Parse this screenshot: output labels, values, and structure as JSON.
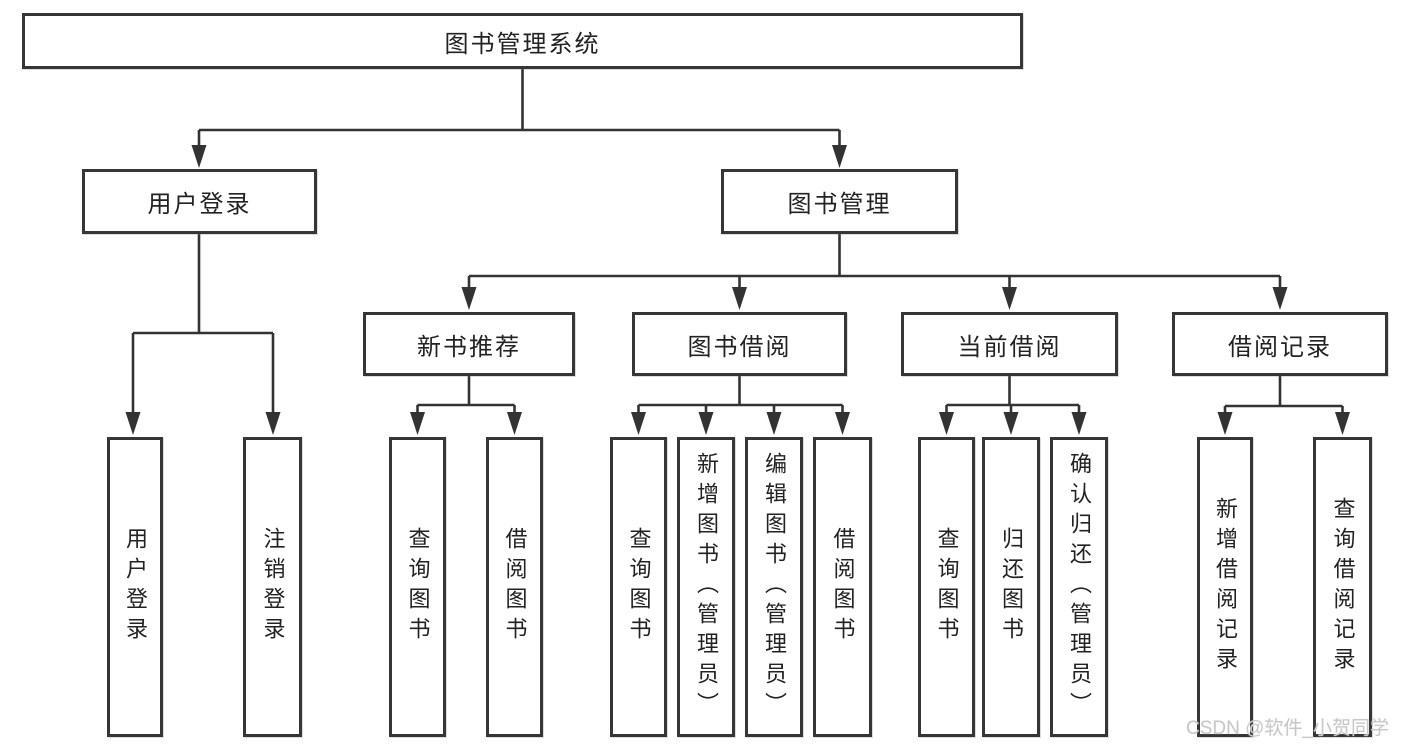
{
  "page": {
    "background": "#ffffff"
  },
  "colors": {
    "line": "#333333",
    "box_border": "#363636",
    "text": "#222222",
    "watermark_text": "#c8c8c8"
  },
  "watermark": {
    "text": "CSDN @软件_小贺同学"
  },
  "nodes": [
    {
      "id": "library-system",
      "label": "图书管理系统",
      "level": 1,
      "parent": null
    },
    {
      "id": "user-login",
      "label": "用户登录",
      "level": 2,
      "parent": "library-system"
    },
    {
      "id": "book-management",
      "label": "图书管理",
      "level": 2,
      "parent": "library-system"
    },
    {
      "id": "new-book-recommend",
      "label": "新书推荐",
      "level": 3,
      "parent": "book-management"
    },
    {
      "id": "book-borrowing",
      "label": "图书借阅",
      "level": 3,
      "parent": "book-management"
    },
    {
      "id": "current-borrowing",
      "label": "当前借阅",
      "level": 3,
      "parent": "book-management"
    },
    {
      "id": "borrowing-records",
      "label": "借阅记录",
      "level": 3,
      "parent": "book-management"
    },
    {
      "id": "leaf-user-login",
      "label": "用户登录",
      "level": 4,
      "parent": "user-login"
    },
    {
      "id": "leaf-logout",
      "label": "注销登录",
      "level": 4,
      "parent": "user-login"
    },
    {
      "id": "leaf-nb-query-book",
      "label": "查询图书",
      "level": 4,
      "parent": "new-book-recommend"
    },
    {
      "id": "leaf-nb-borrow-book",
      "label": "借阅图书",
      "level": 4,
      "parent": "new-book-recommend"
    },
    {
      "id": "leaf-bb-query-book",
      "label": "查询图书",
      "level": 4,
      "parent": "book-borrowing"
    },
    {
      "id": "leaf-bb-add-book",
      "label": "新增图书（管理员）",
      "level": 4,
      "parent": "book-borrowing"
    },
    {
      "id": "leaf-bb-edit-book",
      "label": "编辑图书（管理员）",
      "level": 4,
      "parent": "book-borrowing"
    },
    {
      "id": "leaf-bb-borrow-book",
      "label": "借阅图书",
      "level": 4,
      "parent": "book-borrowing"
    },
    {
      "id": "leaf-cb-query-book",
      "label": "查询图书",
      "level": 4,
      "parent": "current-borrowing"
    },
    {
      "id": "leaf-cb-return-book",
      "label": "归还图书",
      "level": 4,
      "parent": "current-borrowing"
    },
    {
      "id": "leaf-cb-confirm-return",
      "label": "确认归还（管理员）",
      "level": 4,
      "parent": "current-borrowing"
    },
    {
      "id": "leaf-br-add-record",
      "label": "新增借阅记录",
      "level": 4,
      "parent": "borrowing-records"
    },
    {
      "id": "leaf-br-query-record",
      "label": "查询借阅记录",
      "level": 4,
      "parent": "borrowing-records"
    }
  ],
  "edges": [
    {
      "from": "library-system",
      "to": [
        "user-login",
        "book-management"
      ]
    },
    {
      "from": "user-login",
      "to": [
        "leaf-user-login",
        "leaf-logout"
      ]
    },
    {
      "from": "book-management",
      "to": [
        "new-book-recommend",
        "book-borrowing",
        "current-borrowing",
        "borrowing-records"
      ]
    },
    {
      "from": "new-book-recommend",
      "to": [
        "leaf-nb-query-book",
        "leaf-nb-borrow-book"
      ]
    },
    {
      "from": "book-borrowing",
      "to": [
        "leaf-bb-query-book",
        "leaf-bb-add-book",
        "leaf-bb-edit-book",
        "leaf-bb-borrow-book"
      ]
    },
    {
      "from": "current-borrowing",
      "to": [
        "leaf-cb-query-book",
        "leaf-cb-return-book",
        "leaf-cb-confirm-return"
      ]
    },
    {
      "from": "borrowing-records",
      "to": [
        "leaf-br-add-record",
        "leaf-br-query-record"
      ]
    }
  ]
}
